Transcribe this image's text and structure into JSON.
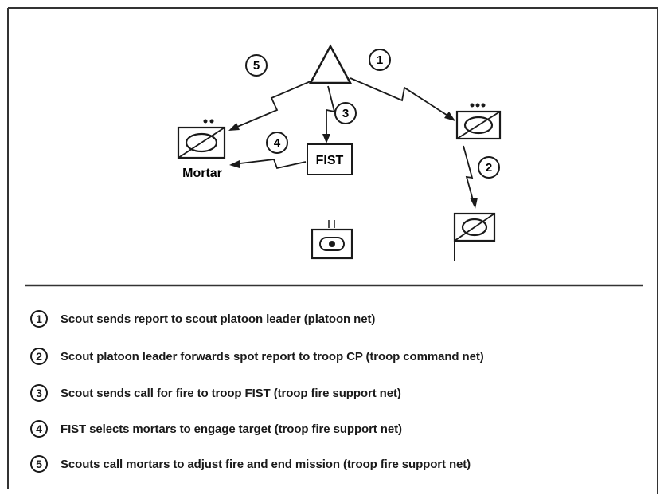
{
  "diagram": {
    "callouts": [
      "1",
      "2",
      "3",
      "4",
      "5"
    ],
    "fist_label": "FIST",
    "mortar_label": "Mortar"
  },
  "legend": [
    {
      "num": "1",
      "text": "Scout sends report to scout platoon leader (platoon net)"
    },
    {
      "num": "2",
      "text": "Scout platoon leader forwards spot report to troop CP (troop command net)"
    },
    {
      "num": "3",
      "text": "Scout sends call for fire to troop FIST (troop fire support net)"
    },
    {
      "num": "4",
      "text": "FIST selects mortars to engage target (troop fire support net)"
    },
    {
      "num": "5",
      "text": "Scouts call mortars to adjust fire and end mission (troop fire support net)"
    }
  ]
}
